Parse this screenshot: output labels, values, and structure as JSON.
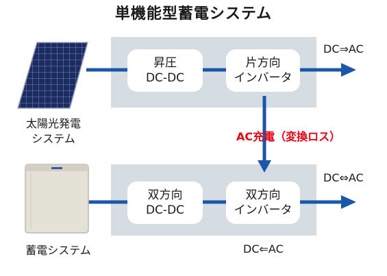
{
  "title": "単機能型蓄電システム",
  "top": {
    "source_label_line1": "太陽光発電",
    "source_label_line2": "システム",
    "box1_line1": "昇圧",
    "box1_line2": "DC-DC",
    "box2_line1": "片方向",
    "box2_line2": "インバータ",
    "output_label": "DC⇒AC"
  },
  "middle": {
    "transfer_label": "AC充電（変換ロス）"
  },
  "bottom": {
    "source_label": "蓄電システム",
    "box1_line1": "双方向",
    "box1_line2": "DC-DC",
    "box2_line1": "双方向",
    "box2_line2": "インバータ",
    "output_label": "DC⇔AC",
    "return_label": "DC⇐AC"
  },
  "colors": {
    "flow_line": "#1a57a8",
    "panel_bg": "#d6dde2",
    "highlight_text": "#e60012",
    "solar_cell": "#1c2c63",
    "battery_body": "#e4e1d6"
  }
}
